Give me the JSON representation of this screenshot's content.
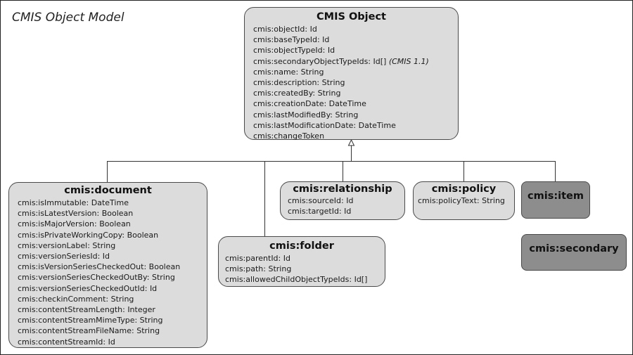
{
  "diagram": {
    "title": "CMIS Object Model",
    "colors": {
      "box_fill": "#dcdcdc",
      "box_fill_dark": "#8d8d8d",
      "line": "#333333"
    },
    "boxes": {
      "object": {
        "title": "CMIS Object",
        "props": [
          {
            "text": "cmis:objectId: Id",
            "note": ""
          },
          {
            "text": "cmis:baseTypeId: Id",
            "note": ""
          },
          {
            "text": "cmis:objectTypeId: Id",
            "note": ""
          },
          {
            "text": "cmis:secondaryObjectTypeIds: Id[]",
            "note": "(CMIS 1.1)"
          },
          {
            "text": "cmis:name: String",
            "note": ""
          },
          {
            "text": "cmis:description: String",
            "note": ""
          },
          {
            "text": "cmis:createdBy: String",
            "note": ""
          },
          {
            "text": "cmis:creationDate: DateTime",
            "note": ""
          },
          {
            "text": "cmis:lastModifiedBy: String",
            "note": ""
          },
          {
            "text": "cmis:lastModificationDate: DateTime",
            "note": ""
          },
          {
            "text": "cmis:changeToken",
            "note": ""
          }
        ]
      },
      "document": {
        "title": "cmis:document",
        "props": [
          "cmis:isImmutable: DateTime",
          "cmis:isLatestVersion: Boolean",
          "cmis:isMajorVersion: Boolean",
          "cmis:isPrivateWorkingCopy: Boolean",
          "cmis:versionLabel: String",
          "cmis:versionSeriesId: Id",
          "cmis:isVersionSeriesCheckedOut: Boolean",
          "cmis:versionSeriesCheckedOutBy: String",
          "cmis:versionSeriesCheckedOutId: Id",
          "cmis:checkinComment: String",
          "cmis:contentStreamLength: Integer",
          "cmis:contentStreamMimeType: String",
          "cmis:contentStreamFileName: String",
          "cmis:contentStreamId: Id"
        ]
      },
      "folder": {
        "title": "cmis:folder",
        "props": [
          "cmis:parentId: Id",
          "cmis:path: String",
          "cmis:allowedChildObjectTypeIds: Id[]"
        ]
      },
      "relationship": {
        "title": "cmis:relationship",
        "props": [
          "cmis:sourceId: Id",
          "cmis:targetId: Id"
        ]
      },
      "policy": {
        "title": "cmis:policy",
        "props": [
          "cmis:policyText: String"
        ]
      },
      "item": {
        "title": "cmis:item"
      },
      "secondary": {
        "title": "cmis:secondary"
      }
    }
  }
}
